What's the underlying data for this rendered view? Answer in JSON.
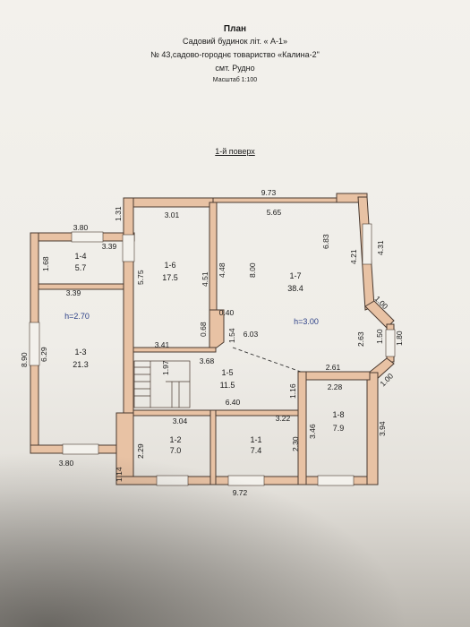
{
  "header": {
    "title": "План",
    "line1": "Садовий будинок літ. « А-1»",
    "line2": "№ 43,садово-городнє товариство «Калина-2\"",
    "line3": "смт. Рудно",
    "scale": "Масштаб 1:100"
  },
  "floor_label": "1-й поверх",
  "colors": {
    "wall_fill": "#e8c2a4",
    "wall_stroke": "#4a3a30",
    "room_label": "#b02020",
    "height_text": "#2b3f86"
  },
  "dimensions": {
    "top_total": "9.73",
    "top_565": "5.65",
    "top_301": "3.01",
    "top_131": "1.31",
    "left_380": "3.80",
    "left_339a": "3.39",
    "left_168": "1.68",
    "left_339b": "3.39",
    "left_890": "8.90",
    "left_629": "6.29",
    "bottom_380": "3.80",
    "left_114": "1.14",
    "left_229": "2.29",
    "bottom_total": "9.72",
    "mid_575": "5.75",
    "mid_451": "4.51",
    "mid_448": "4.48",
    "mid_800": "8.00",
    "mid_683": "6.83",
    "mid_421": "4.21",
    "mid_431": "4.31",
    "mid_100a": "1.00",
    "mid_040": "0.40",
    "mid_068": "0.68",
    "mid_154": "1.54",
    "mid_603": "6.03",
    "mid_341": "3.41",
    "mid_368": "3.68",
    "mid_197": "1.97",
    "mid_263": "2.63",
    "mid_150": "1.50",
    "mid_180": "1.80",
    "mid_100b": "1.00",
    "mid_261": "2.61",
    "mid_228": "2.28",
    "mid_116": "1.16",
    "mid_640": "6.40",
    "mid_304": "3.04",
    "mid_322": "3.22",
    "mid_230": "2.30",
    "mid_346": "3.46",
    "mid_394": "3.94"
  },
  "rooms": [
    {
      "id": "1-1",
      "area": "7.4"
    },
    {
      "id": "1-2",
      "area": "7.0"
    },
    {
      "id": "1-3",
      "area": "21.3"
    },
    {
      "id": "1-4",
      "area": "5.7"
    },
    {
      "id": "1-5",
      "area": "11.5"
    },
    {
      "id": "1-6",
      "area": "17.5"
    },
    {
      "id": "1-7",
      "area": "38.4"
    },
    {
      "id": "1-8",
      "area": "7.9"
    }
  ],
  "heights": {
    "left": "h=2.70",
    "right": "h=3.00"
  }
}
